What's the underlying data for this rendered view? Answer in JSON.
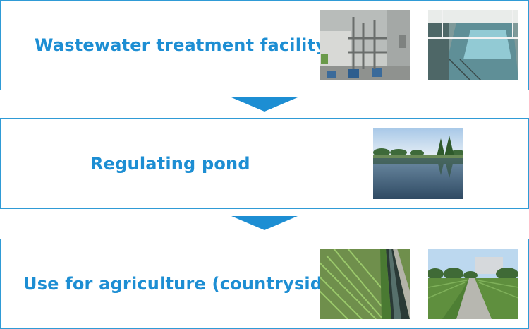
{
  "steps": [
    {
      "label": "Wastewater treatment facility"
    },
    {
      "label": "Regulating pond"
    },
    {
      "label": "Use for agriculture (countryside)"
    }
  ],
  "colors": {
    "accent": "#1d8ed3",
    "border": "#2f9bd6"
  }
}
